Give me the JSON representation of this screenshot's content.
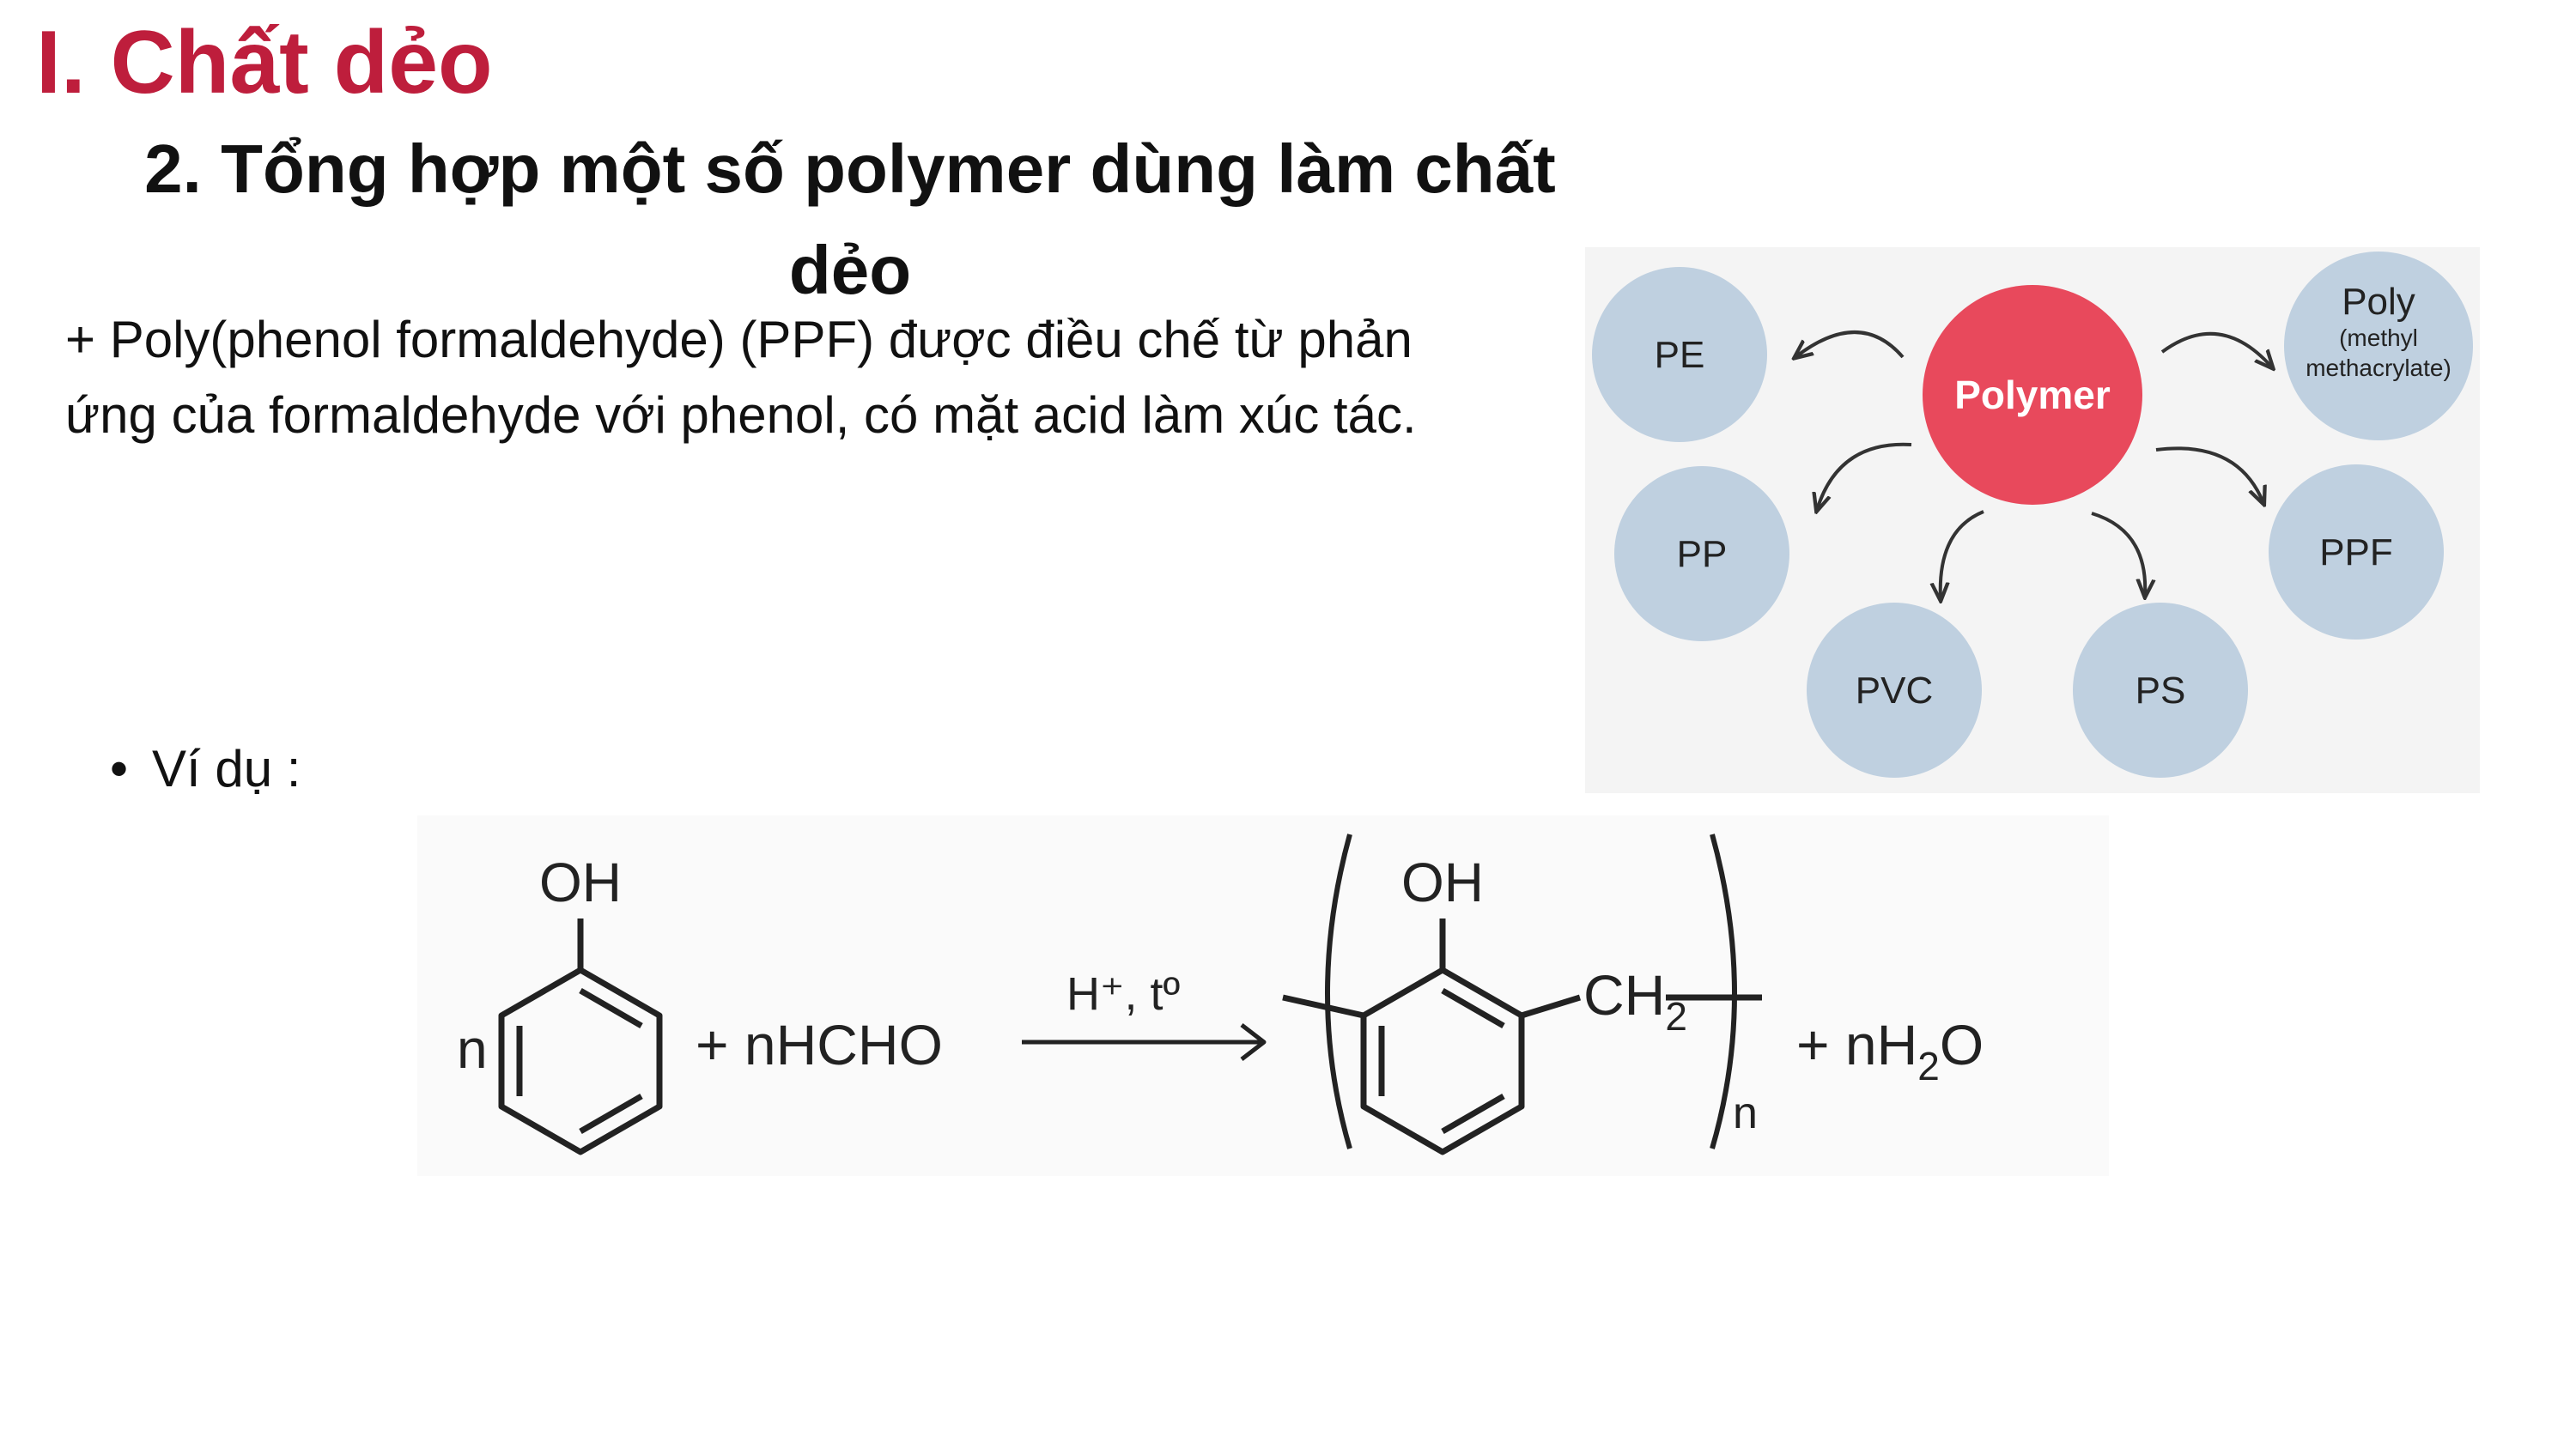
{
  "slide": {
    "title": "I. Chất dẻo",
    "heading": "2. Tổng hợp một số polymer dùng làm chất dẻo",
    "description": "+ Poly(phenol formaldehyde) (PPF) được điều chế từ phản ứng của formaldehyde với phenol, có mặt acid làm xúc tác.",
    "bullet_char": "•",
    "example_label": "Ví dụ :"
  },
  "diagram": {
    "center": "Polymer",
    "nodes": {
      "pe": "PE",
      "pp": "PP",
      "pvc": "PVC",
      "ps": "PS",
      "ppf": "PPF",
      "pmma_line1": "Poly",
      "pmma_line2": "(methyl",
      "pmma_line3": "methacrylate)"
    },
    "colors": {
      "center_fill": "#e8495c",
      "node_fill": "#bfd0e0",
      "center_text": "#ffffff",
      "node_text": "#222222",
      "arrow": "#333333"
    }
  },
  "reaction": {
    "coef_left": "n",
    "oh_left": "OH",
    "plus_reagent": "+ nHCHO",
    "condition": "H⁺, tº",
    "oh_right": "OH",
    "ch": "CH",
    "ch_sub": "2",
    "repeat_n": "n",
    "product_pre": "+ nH",
    "product_sub": "2",
    "product_post": "O"
  }
}
